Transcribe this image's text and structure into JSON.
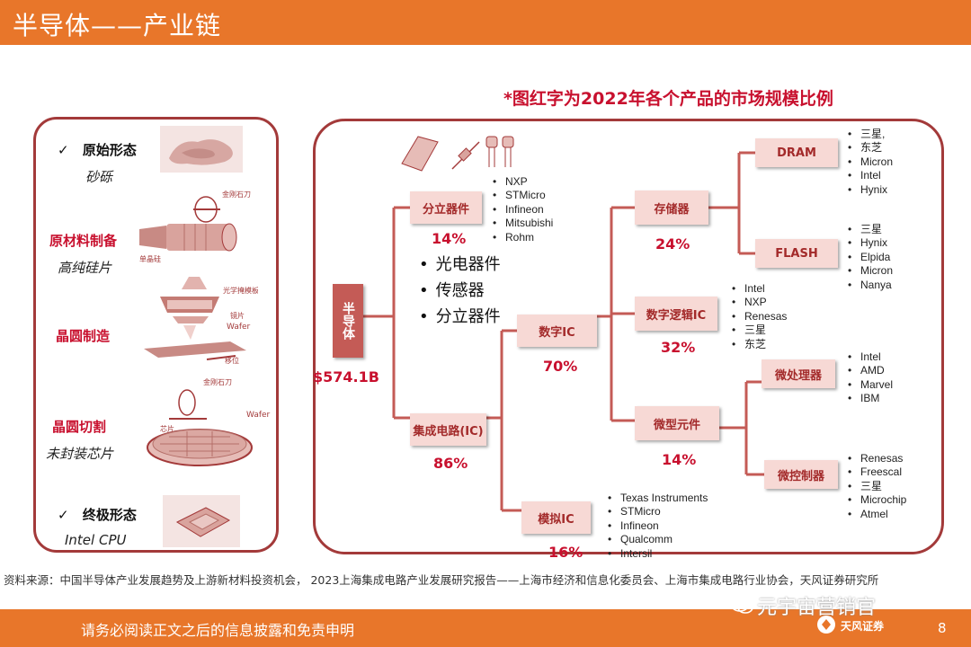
{
  "header": {
    "title": "半导体——产业链"
  },
  "note": "*图红字为2022年各个产品的市场规模比例",
  "stages": [
    {
      "label": "原始形态",
      "sub": "砂砾",
      "checked": true
    },
    {
      "label": "原材料制备",
      "sub": "高纯硅片",
      "checked": false
    },
    {
      "label": "晶圆制造",
      "sub": "",
      "checked": false
    },
    {
      "label": "晶圆切割",
      "sub": "未封装芯片",
      "checked": false
    },
    {
      "label": "终极形态",
      "sub": "Intel CPU",
      "checked": true
    }
  ],
  "check_mark": "✓",
  "pic_labels": {
    "diamond_knife": "金刚石刀",
    "single_crystal": "单晶硅",
    "photomask": "光学掩模板",
    "lens": "镜片",
    "wafer": "Wafer",
    "shift": "移位",
    "diamond_knife2": "金刚石刀",
    "wafer2": "Wafer",
    "chip": "芯片"
  },
  "tree": {
    "root": {
      "label": "半导体",
      "value": "$574.1B"
    },
    "discrete": {
      "label": "分立器件",
      "pct": "14%",
      "companies": [
        "NXP",
        "STMicro",
        "Infineon",
        "Mitsubishi",
        "Rohm"
      ],
      "products": [
        "光电器件",
        "传感器",
        "分立器件"
      ]
    },
    "ic": {
      "label": "集成电路(IC)",
      "pct": "86%"
    },
    "digital": {
      "label": "数字IC",
      "pct": "70%"
    },
    "analog": {
      "label": "模拟IC",
      "pct": "16%",
      "companies": [
        "Texas Instruments",
        "STMicro",
        "Infineon",
        "Qualcomm",
        "Intersil"
      ]
    },
    "memory": {
      "label": "存储器",
      "pct": "24%"
    },
    "logic": {
      "label": "数字逻辑IC",
      "pct": "32%",
      "companies": [
        "Intel",
        "NXP",
        "Renesas",
        "三星",
        "东芝"
      ]
    },
    "micro": {
      "label": "微型元件",
      "pct": "14%"
    },
    "dram": {
      "label": "DRAM",
      "companies": [
        "三星,",
        "东芝",
        "Micron",
        "Intel",
        "Hynix"
      ]
    },
    "flash": {
      "label": "FLASH",
      "companies": [
        "三星",
        "Hynix",
        "Elpida",
        "Micron",
        "Nanya"
      ]
    },
    "mpu": {
      "label": "微处理器",
      "companies": [
        "Intel",
        "AMD",
        "Marvel",
        "IBM"
      ]
    },
    "mcu": {
      "label": "微控制器",
      "companies": [
        "Renesas",
        "Freescal",
        "三星",
        "Microchip",
        "Atmel"
      ]
    }
  },
  "source": "资料来源：中国半导体产业发展趋势及上游新材料投资机会， 2023上海集成电路产业发展研究报告——上海市经济和信息化委员会、上海市集成电路行业协会，天风证券研究所",
  "footer": {
    "disclaimer": "请务必阅读正文之后的信息披露和免责申明",
    "watermark": "元宇宙营销官",
    "logo": "天风证券",
    "page": "8"
  },
  "colors": {
    "accent": "#e8762a",
    "red": "#c8102e",
    "box_fill": "#f7d9d5",
    "root_fill": "#c45b56",
    "border": "#a33a3a"
  }
}
